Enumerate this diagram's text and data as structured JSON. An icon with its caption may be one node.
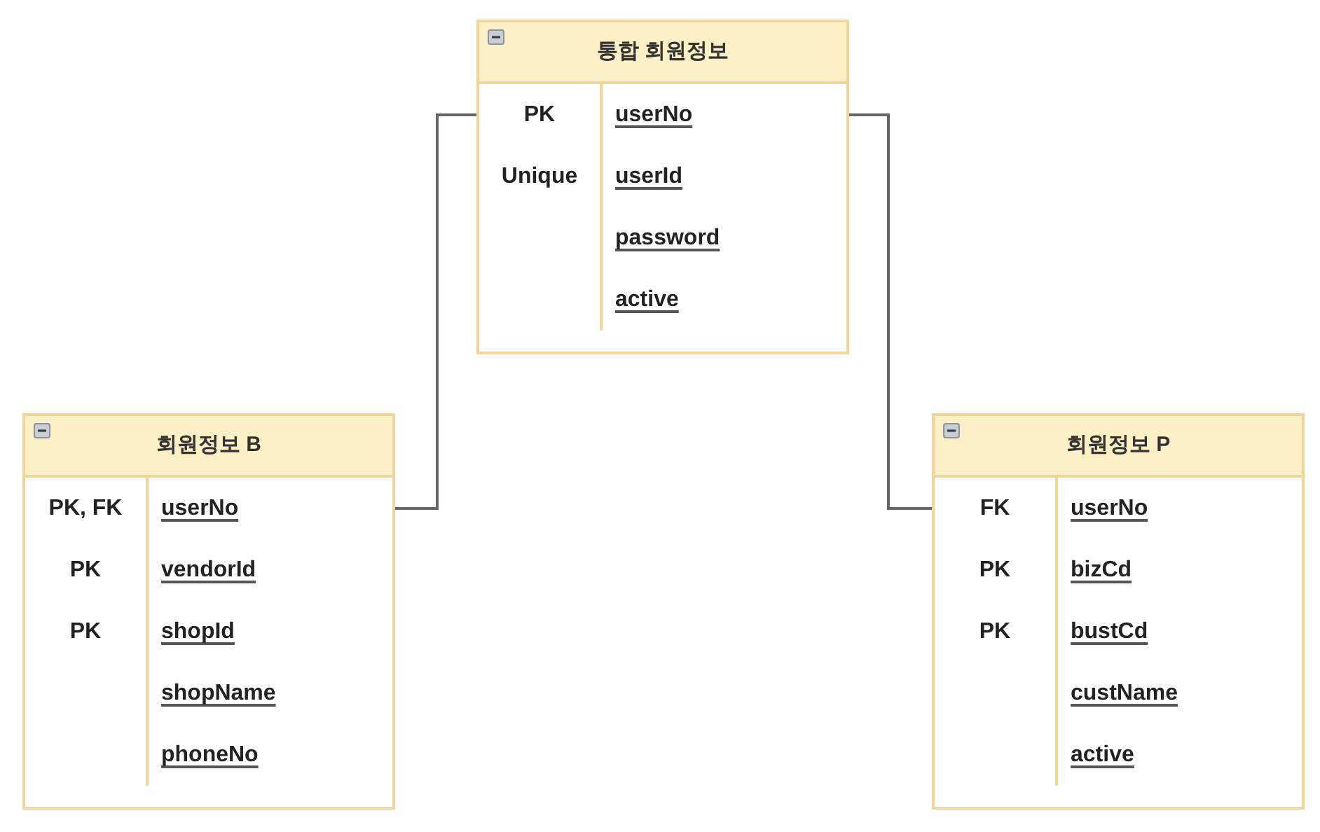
{
  "diagram": {
    "nodes": [
      {
        "text": [
          "통합 회원정보"
        ]
      },
      {
        "text": [
          "PK",
          "userNo"
        ],
        "in": 0
      },
      {
        "text": [
          "Unique",
          "userId"
        ],
        "in": 0
      },
      {
        "text": [
          "password"
        ],
        "in": 0
      },
      {
        "text": [
          "active"
        ],
        "in": 0
      },
      {
        "text": [
          "회원정보 B"
        ]
      },
      {
        "text": [
          "PK, FK",
          "userNo"
        ],
        "in": 5
      },
      {
        "text": [
          "PK",
          "vendorId"
        ],
        "in": 5
      },
      {
        "text": [
          "PK",
          "shopId"
        ],
        "in": 5
      },
      {
        "text": [
          "shopName"
        ],
        "in": 5
      },
      {
        "text": [
          "phoneNo"
        ],
        "in": 5
      },
      {
        "text": [
          "회원정보 P"
        ]
      },
      {
        "text": [
          "FK",
          "userNo"
        ],
        "in": 11
      },
      {
        "text": [
          "PK",
          "bizCd"
        ],
        "in": 11
      },
      {
        "text": [
          "PK",
          "bustCd"
        ],
        "in": 11
      },
      {
        "text": [
          "custName"
        ],
        "in": 11
      },
      {
        "text": [
          "active"
        ],
        "in": 11
      }
    ],
    "edges": [
      {
        "from": 0,
        "to": 5,
        "arrow": "none"
      },
      {
        "from": 0,
        "to": 11,
        "arrow": "none"
      }
    ]
  }
}
